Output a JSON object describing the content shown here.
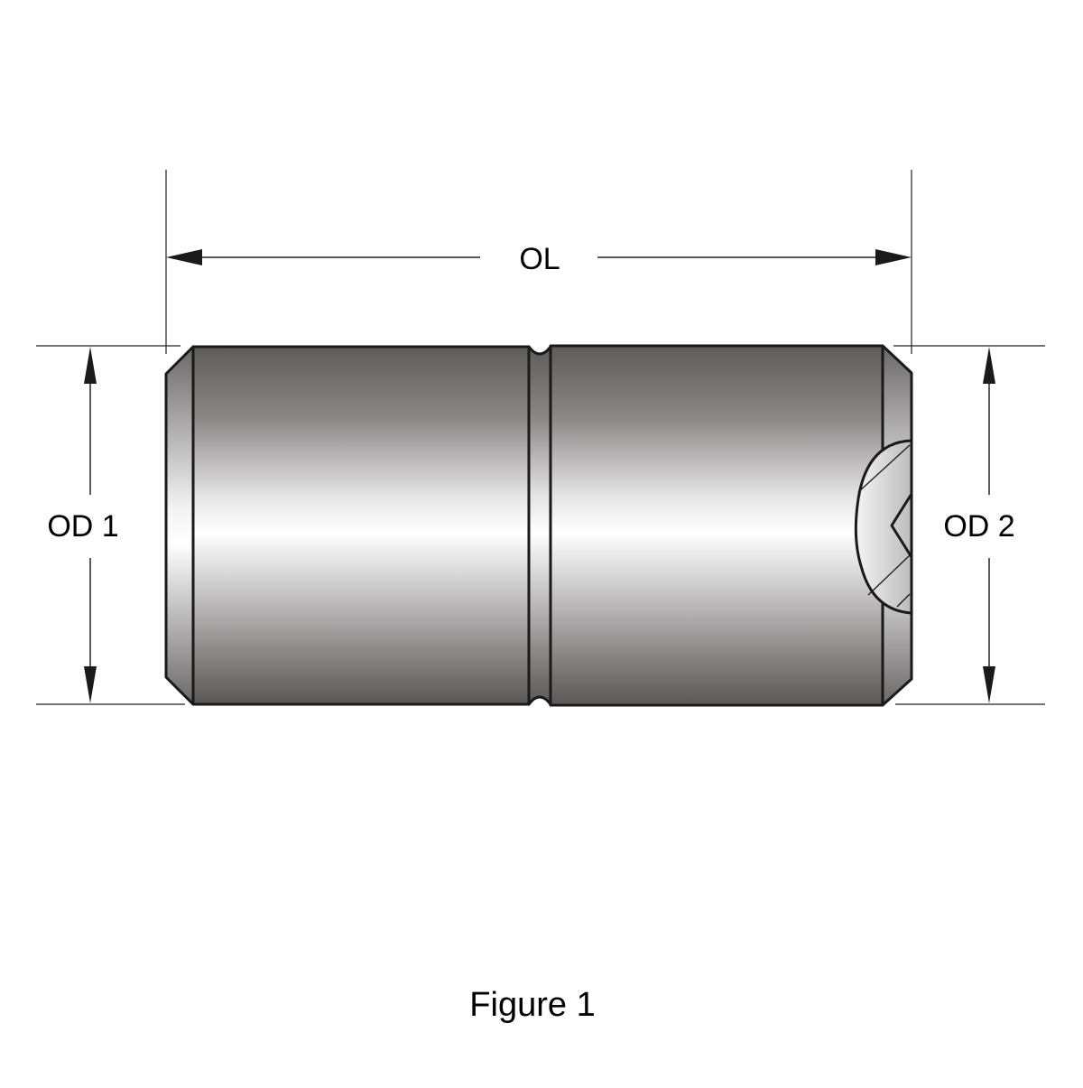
{
  "figure": {
    "caption": "Figure 1",
    "subject": "stepped dowel pin with center groove and cross-drilled end"
  },
  "dimensions": {
    "overall_length": {
      "label": "OL"
    },
    "outer_diameter_1": {
      "label": "OD 1"
    },
    "outer_diameter_2": {
      "label": "OD 2"
    }
  },
  "colors": {
    "outline": "#1a1a1a",
    "metal_dark": "#5e5b5b",
    "metal_light": "#ffffff",
    "dimension_line": "#222222",
    "background": "#ffffff"
  }
}
